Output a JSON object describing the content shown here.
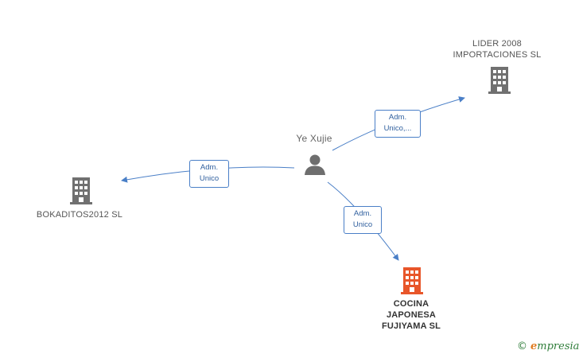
{
  "person": {
    "name": "Ye Xujie",
    "icon": "person-icon"
  },
  "companies": {
    "lider": {
      "label_lines": [
        "LIDER 2008",
        "IMPORTACIONES SL"
      ],
      "icon": "building-icon",
      "color": "#707070"
    },
    "bokaditos": {
      "label_lines": [
        "BOKADITOS2012 SL"
      ],
      "icon": "building-icon",
      "color": "#707070"
    },
    "cocina": {
      "label_lines": [
        "COCINA",
        "JAPONESA",
        "FUJIYAMA SL"
      ],
      "icon": "building-icon",
      "color": "#e8562a"
    }
  },
  "relations": {
    "to_lider": {
      "lines": [
        "Adm.",
        "Unico,..."
      ]
    },
    "to_bokaditos": {
      "lines": [
        "Adm.",
        "Unico"
      ]
    },
    "to_cocina": {
      "lines": [
        "Adm.",
        "Unico"
      ]
    }
  },
  "colors": {
    "edge": "#4a7fc7",
    "icon_gray": "#707070",
    "highlight": "#e8562a"
  },
  "footer": {
    "copyright": "©",
    "brand_e": "e",
    "brand_rest": "mpresia"
  }
}
